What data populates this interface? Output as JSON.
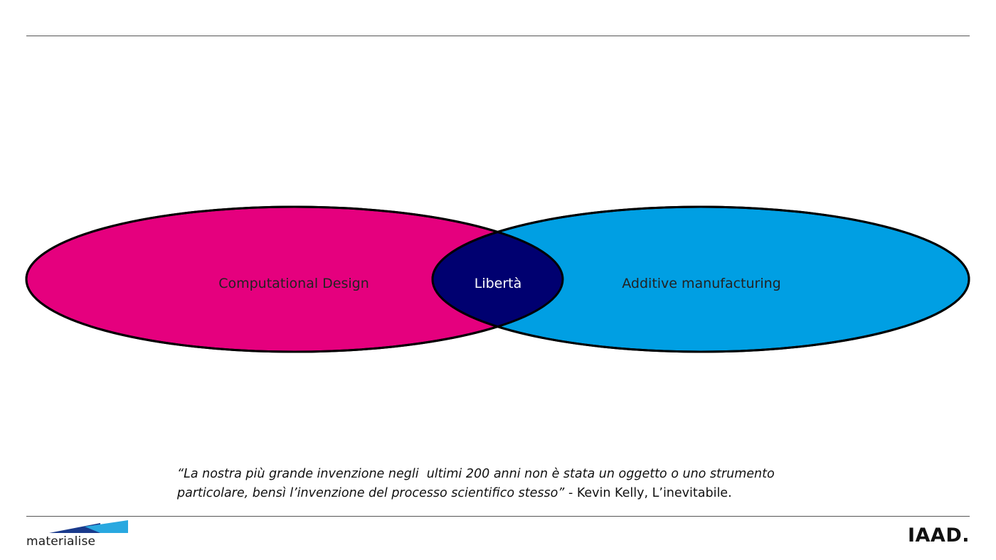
{
  "diagram": {
    "left_label": "Computational Design",
    "center_label": "Libertà",
    "right_label": "Additive manufacturing",
    "colors": {
      "left_fill": "#E5007E",
      "right_fill": "#009FE3",
      "overlap_fill": "#000070",
      "outline": "#000000",
      "left_text": "#222222",
      "right_text": "#222222",
      "center_text": "#ffffff"
    }
  },
  "quote": {
    "text_line1": "“La nostra più grande invenzione negli  ultimi 200 anni non è stata un oggetto o uno strumento",
    "text_line2": "particolare, bensì l’invenzione del processo scientifico stesso”",
    "source": " - Kevin Kelly, L’inevitabile."
  },
  "footer": {
    "left_logo_text": "materialise",
    "right_logo_text": "IAAD.",
    "left_logo_colors": [
      "#1a3a8c",
      "#29a8e0"
    ]
  }
}
